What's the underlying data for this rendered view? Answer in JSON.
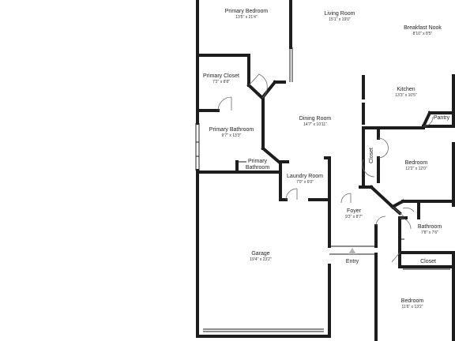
{
  "rooms": {
    "primary_bedroom": {
      "name": "Primary Bedroom",
      "dims": "13'5\" x 21'4\""
    },
    "living_room": {
      "name": "Living Room",
      "dims": "15'1\" x 19'0\""
    },
    "breakfast_nook": {
      "name": "Breakfast Nook",
      "dims": "8'10\" x 8'5\""
    },
    "primary_closet": {
      "name": "Primary Closet",
      "dims": "7'2\" x 8'8\""
    },
    "kitchen": {
      "name": "Kitchen",
      "dims": "13'3\" x 10'5\""
    },
    "pantry": {
      "name": "Pantry"
    },
    "dining_room": {
      "name": "Dining Room",
      "dims": "14'7\" x 10'11\""
    },
    "primary_bathroom": {
      "name": "Primary Bathroom",
      "dims": "9'7\" x 13'3\""
    },
    "primary_bathroom_wc": {
      "line1": "Primary",
      "line2": "Bathroom"
    },
    "closet_hall": {
      "name": "Closet"
    },
    "bedroom_1": {
      "name": "Bedroom",
      "dims": "12'2\" x 12'0\""
    },
    "laundry_room": {
      "name": "Laundry Room",
      "dims": "7'0\" x 6'0\""
    },
    "foyer": {
      "name": "Foyer",
      "dims": "9'3\" x 8'7\""
    },
    "bathroom": {
      "name": "Bathroom",
      "dims": "7'8\" x 7'6\""
    },
    "garage": {
      "name": "Garage",
      "dims": "19'4\" x 23'2\""
    },
    "entry": {
      "name": "Entry"
    },
    "closet_bedroom2": {
      "name": "Closet"
    },
    "bedroom_2": {
      "name": "Bedroom",
      "dims": "11'6\" x 13'2\""
    }
  },
  "colors": {
    "wall": "#1d1d1d",
    "background": "#ffffff",
    "entry_marker": "#b5b5b5"
  }
}
